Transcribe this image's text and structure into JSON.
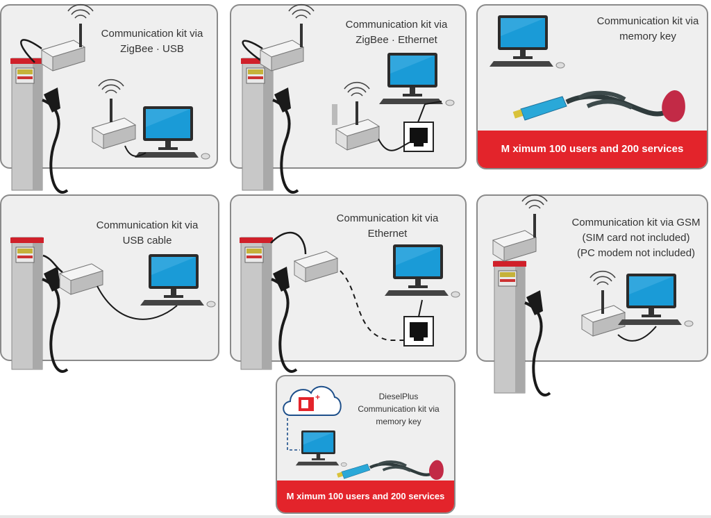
{
  "panels": {
    "zigbee_usb": {
      "caption_line1": "Communication kit via",
      "caption_line2": "ZigBee · USB"
    },
    "zigbee_ethernet": {
      "caption_line1": "Communication kit via",
      "caption_line2": "ZigBee · Ethernet"
    },
    "memory_key": {
      "caption_line1": "Communication kit via",
      "caption_line2": "memory key",
      "banner": "M  ximum 100 users and 200 services"
    },
    "usb_cable": {
      "caption_line1": "Communication kit via",
      "caption_line2": "USB cable"
    },
    "ethernet": {
      "caption_line1": "Communication kit via",
      "caption_line2": "Ethernet"
    },
    "gsm": {
      "caption_line1": "Communication kit via GSM",
      "caption_line2": "(SIM card not included)",
      "caption_line3": "(PC modem not included)"
    },
    "dieselplus": {
      "caption_line1": "DieselPlus",
      "caption_line2": "Communication kit via",
      "caption_line3": "memory key",
      "banner": "M  ximum 100 users and 200 services"
    }
  },
  "colors": {
    "panel_bg": "#efefef",
    "panel_border": "#8a8a8a",
    "banner_red": "#e3242b",
    "pump_red": "#d0202a",
    "screen_blue": "#1a9bd7",
    "cable": "#1a1a1a"
  }
}
